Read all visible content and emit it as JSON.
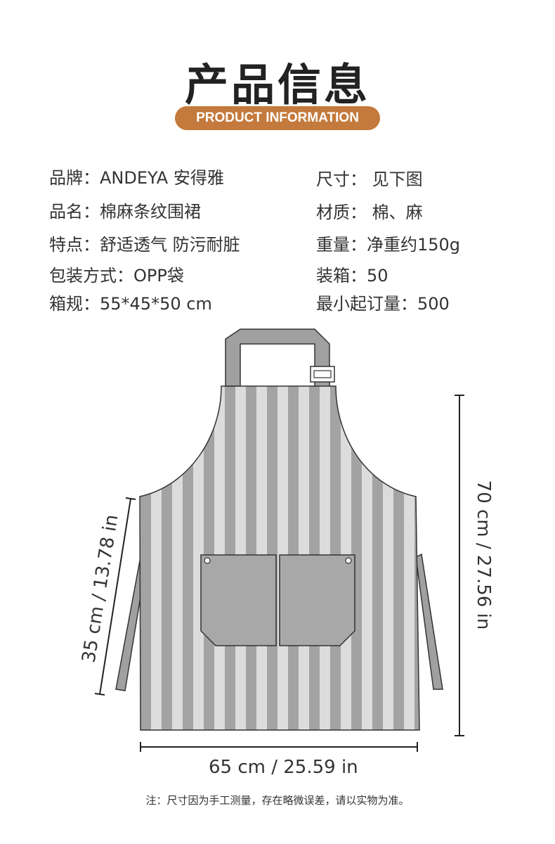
{
  "header": {
    "title": "产品信息",
    "subtitle": "PRODUCT INFORMATION"
  },
  "specs": {
    "left": [
      "品牌：ANDEYA 安得雅",
      "品名：棉麻条纹围裙",
      "特点：舒适透气 防污耐脏",
      "包装方式：OPP袋",
      "箱规：55*45*50 cm"
    ],
    "right": [
      "尺寸： 见下图",
      "材质： 棉、麻",
      "重量：净重约150g",
      "装箱：50",
      "最小起订量：500"
    ]
  },
  "dimensions": {
    "height": "70 cm / 27.56 in",
    "pocket_height": "35 cm / 13.78 in",
    "width": "65 cm / 25.59 in"
  },
  "note": "注：尺寸因为手工测量，存在略微误差，请以实物为准。",
  "colors": {
    "accent": "#c47a3c",
    "stripe_dark": "#a3a3a3",
    "stripe_light": "#dcdcdc",
    "pocket": "#a8a8a8",
    "strap": "#a0a0a0"
  }
}
